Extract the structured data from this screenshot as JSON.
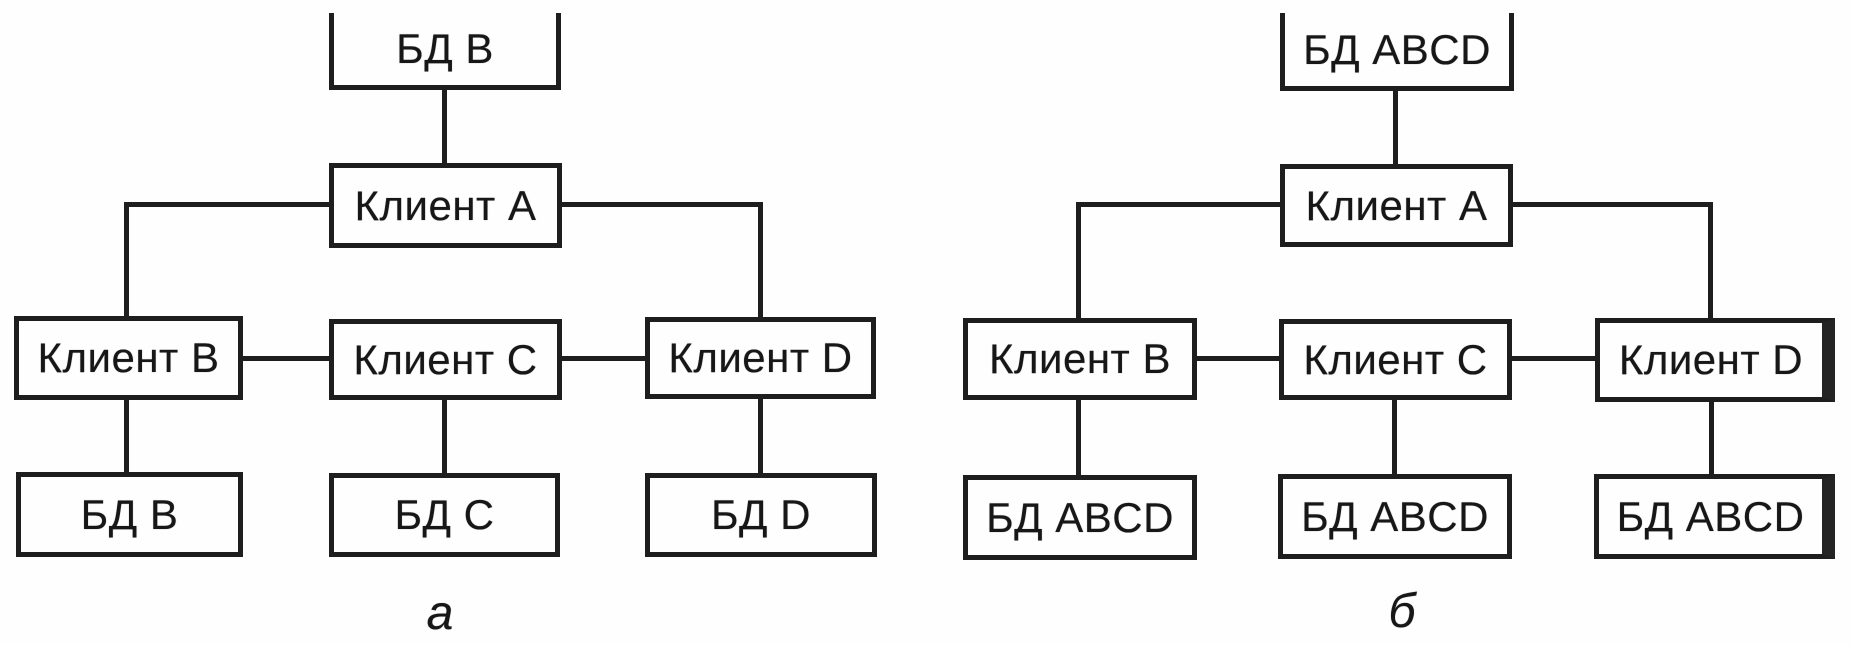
{
  "figure": {
    "background": "#fefefe",
    "line_color": "#1e1e1e",
    "description": "Two block diagrams of client database architectures"
  },
  "diagram_a": {
    "caption": "а",
    "nodes": {
      "db_top": "БД B",
      "client_a": "Клиент A",
      "client_b": "Клиент B",
      "client_c": "Клиент C",
      "client_d": "Клиент D",
      "db_b": "БД B",
      "db_c": "БД C",
      "db_d": "БД D"
    }
  },
  "diagram_b": {
    "caption": "б",
    "nodes": {
      "db_top": "БД ABCD",
      "client_a": "Клиент A",
      "client_b": "Клиент B",
      "client_c": "Клиент C",
      "client_d": "Клиент D",
      "db_b": "БД ABCD",
      "db_c": "БД ABCD",
      "db_d": "БД ABCD"
    }
  }
}
